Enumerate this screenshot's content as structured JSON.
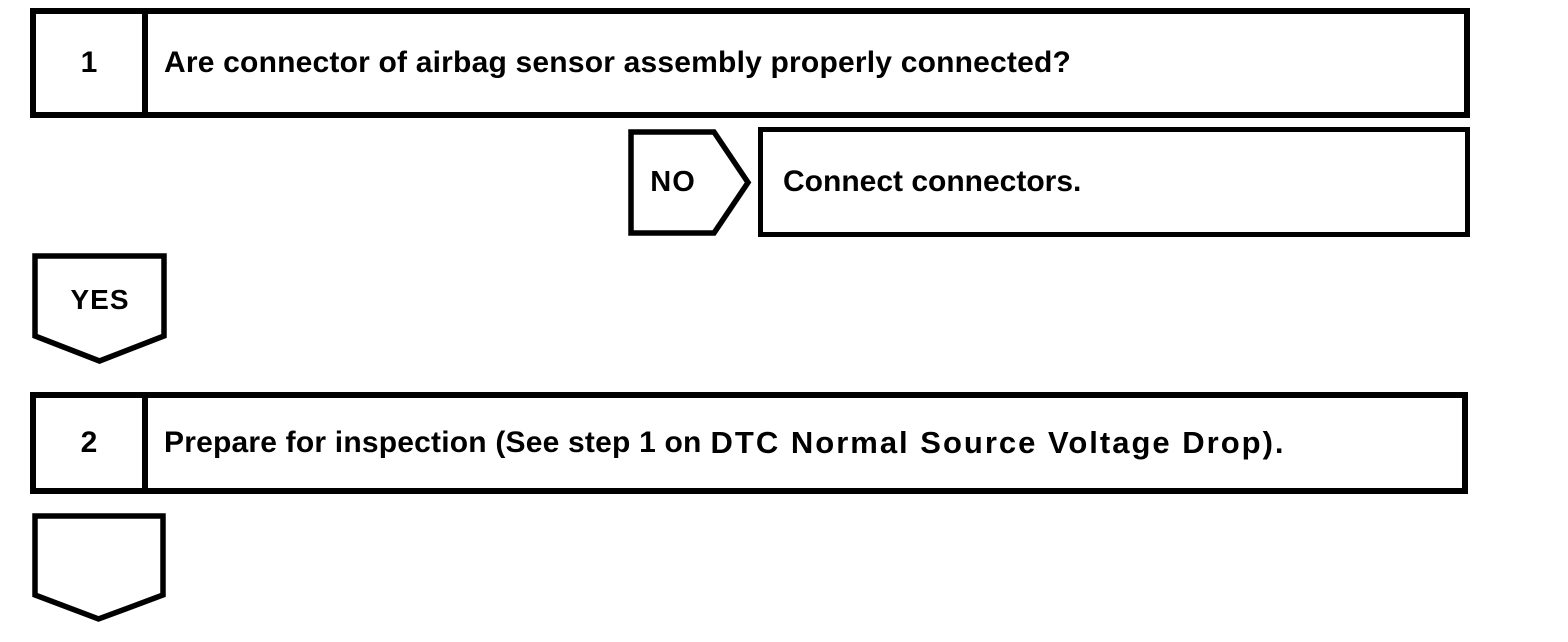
{
  "colors": {
    "ink": "#000000",
    "paper": "#ffffff"
  },
  "flowchart": {
    "step1": {
      "number": "1",
      "question": "Are connector of airbag sensor assembly properly connected?"
    },
    "no_branch": {
      "label": "NO",
      "action": "Connect connectors."
    },
    "yes_branch": {
      "label": "YES"
    },
    "step2": {
      "number": "2",
      "instruction_prefix": "Prepare for inspection (See step 1 on",
      "instruction_reference": "DTC Normal Source Voltage Drop)."
    }
  }
}
